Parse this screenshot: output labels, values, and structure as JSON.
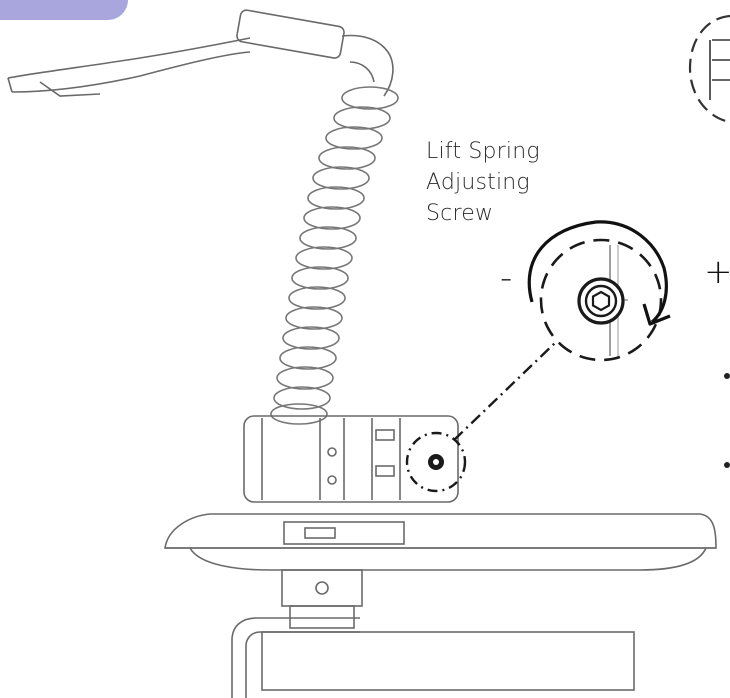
{
  "callout_label": {
    "line1": "Lift Spring",
    "line2": "Adjusting",
    "line3": "Screw"
  },
  "direction_signs": {
    "decrease": "-",
    "increase": "+"
  },
  "colors": {
    "tab_accent": "#a8a6dd",
    "line_art": "#555555",
    "arrow": "#111111"
  },
  "icons": [
    "rotation-arrow-icon",
    "hex-socket-screw-icon"
  ]
}
